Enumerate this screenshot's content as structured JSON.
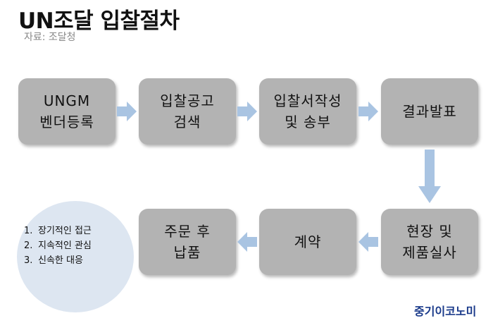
{
  "header": {
    "title": "UN조달 입찰절차",
    "source": "자료: 조달청"
  },
  "steps": [
    {
      "label": "UNGM\n벤더등록"
    },
    {
      "label": "입찰공고\n검색"
    },
    {
      "label": "입찰서작성\n및 송부"
    },
    {
      "label": "결과발표"
    },
    {
      "label": "현장 및\n제품실사"
    },
    {
      "label": "계약"
    },
    {
      "label": "주문 후\n납품"
    }
  ],
  "notes": {
    "items": [
      {
        "number": "1.",
        "text": "장기적인 접근"
      },
      {
        "number": "2.",
        "text": "지속적인 관심"
      },
      {
        "number": "3.",
        "text": "신속한 대응"
      }
    ]
  },
  "logo": {
    "text": "중기이코노미"
  },
  "colors": {
    "box_fill": "#b3b3b3",
    "arrow_fill": "#a9c4e2",
    "circle_fill": "#dde6f1",
    "logo_color": "#1a3a8a"
  }
}
